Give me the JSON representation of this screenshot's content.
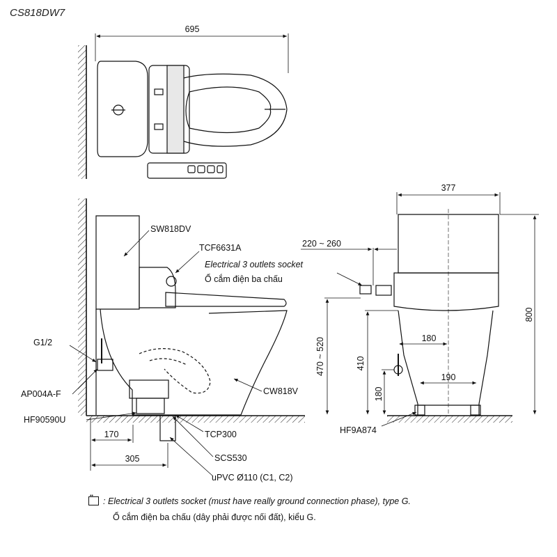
{
  "model": "CS818DW7",
  "top_view": {
    "width_dim": "695"
  },
  "side_view": {
    "tank_label": "SW818DV",
    "seat_label": "TCF6631A",
    "socket_label": "Electrical 3 outlets socket",
    "socket_label_vi": "Ổ cắm điện ba chấu",
    "supply_label": "G1/2",
    "valve_label": "AP004A-F",
    "flange_label": "HF90590U",
    "bowl_label": "CW818V",
    "dim_170": "170",
    "dim_305": "305",
    "part_tcp": "TCP300",
    "part_scs": "SCS530",
    "pipe_label": "uPVC Ø110 (C1, C2)"
  },
  "front_view": {
    "width_dim": "377",
    "socket_offset": "220 ~ 260",
    "height_dim": "800",
    "socket_height": "470 ~ 520",
    "seat_height": "410",
    "supply_height": "180",
    "inner_width": "180",
    "base_width": "190",
    "fitting_label": "HF9A874"
  },
  "notes": {
    "line1": ": Electrical 3 outlets socket (must have really ground connection phase), type G.",
    "line2": "Ổ cắm điện ba chấu (dây phải được nối đất), kiểu G."
  }
}
